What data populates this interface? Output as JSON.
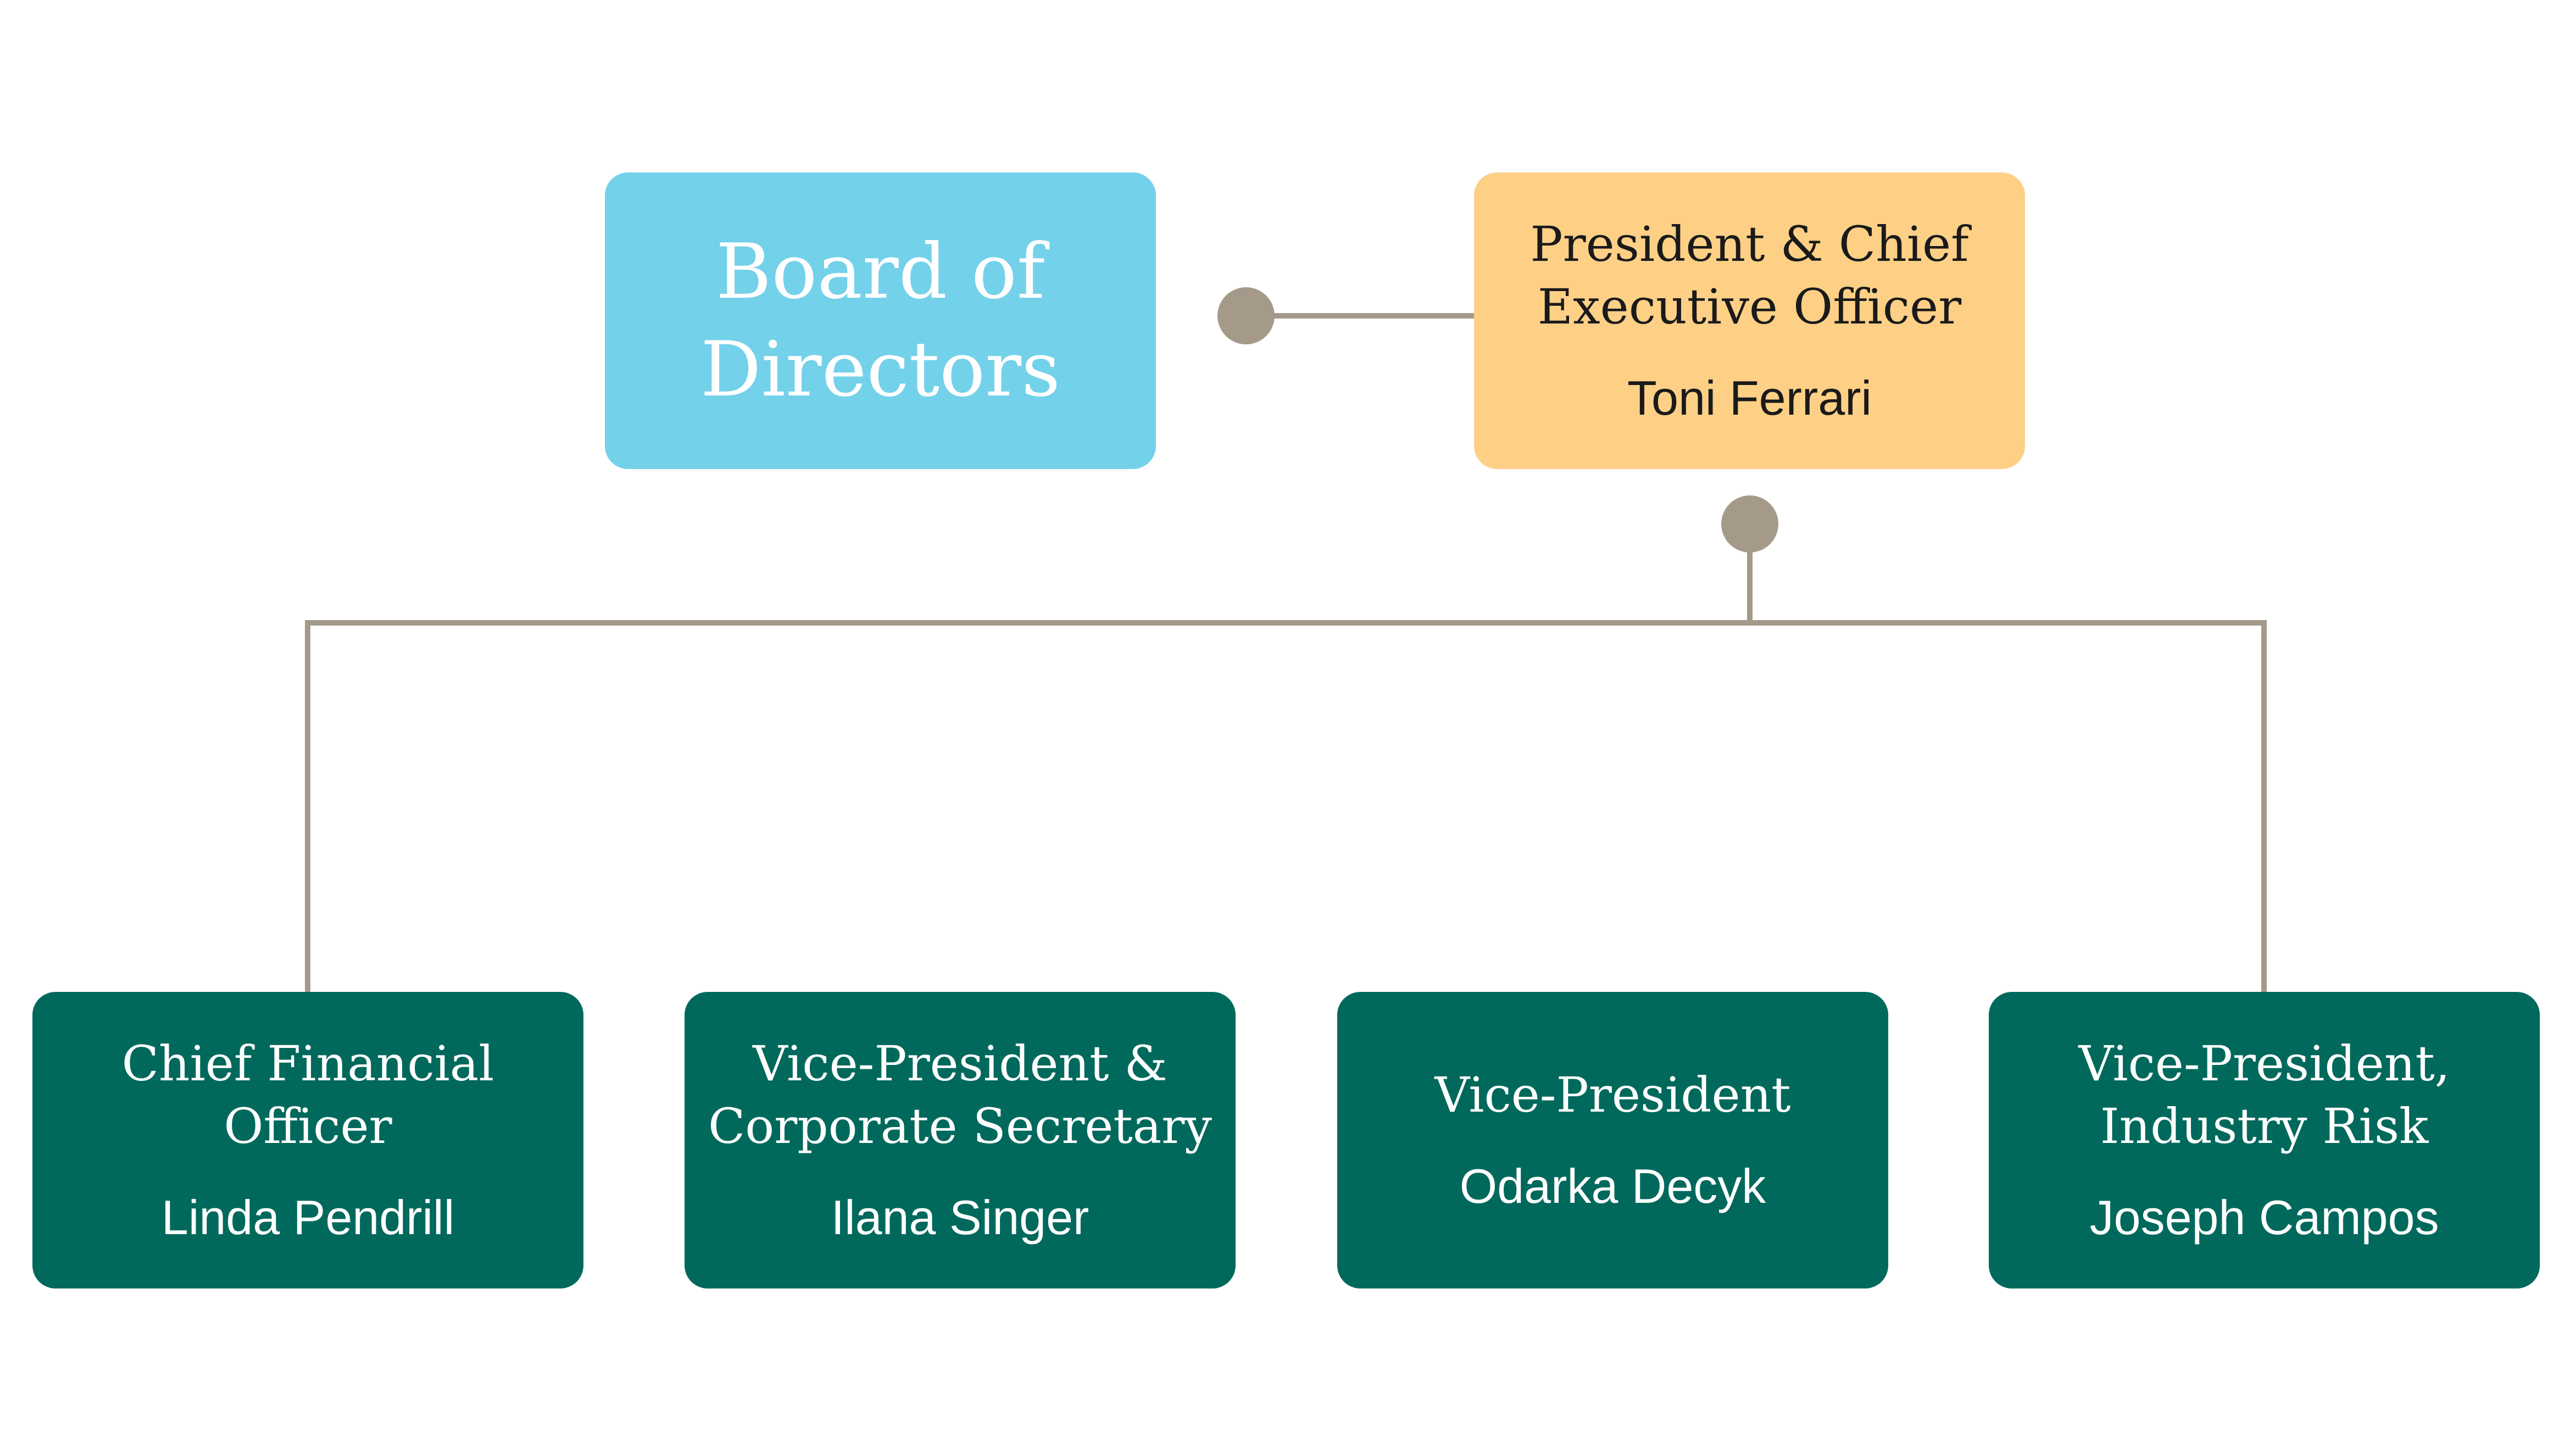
{
  "colors": {
    "board": "#74d1ea",
    "executive": "#fdd086",
    "reports": "#00695c",
    "connector": "#a59a8a",
    "board_text": "#ffffff",
    "executive_text": "#1a1a1a",
    "report_text": "#ffffff"
  },
  "board": {
    "title": "Board of\nDirectors"
  },
  "ceo": {
    "role": "President & Chief\nExecutive Officer",
    "name": "Toni Ferrari"
  },
  "reports": [
    {
      "role": "Chief Financial\nOfficer",
      "name": "Linda Pendrill"
    },
    {
      "role": "Vice-President &\nCorporate Secretary",
      "name": "Ilana Singer"
    },
    {
      "role": "Vice-President",
      "name": "Odarka Decyk"
    },
    {
      "role": "Vice-President,\nIndustry Risk",
      "name": "Joseph Campos"
    }
  ]
}
